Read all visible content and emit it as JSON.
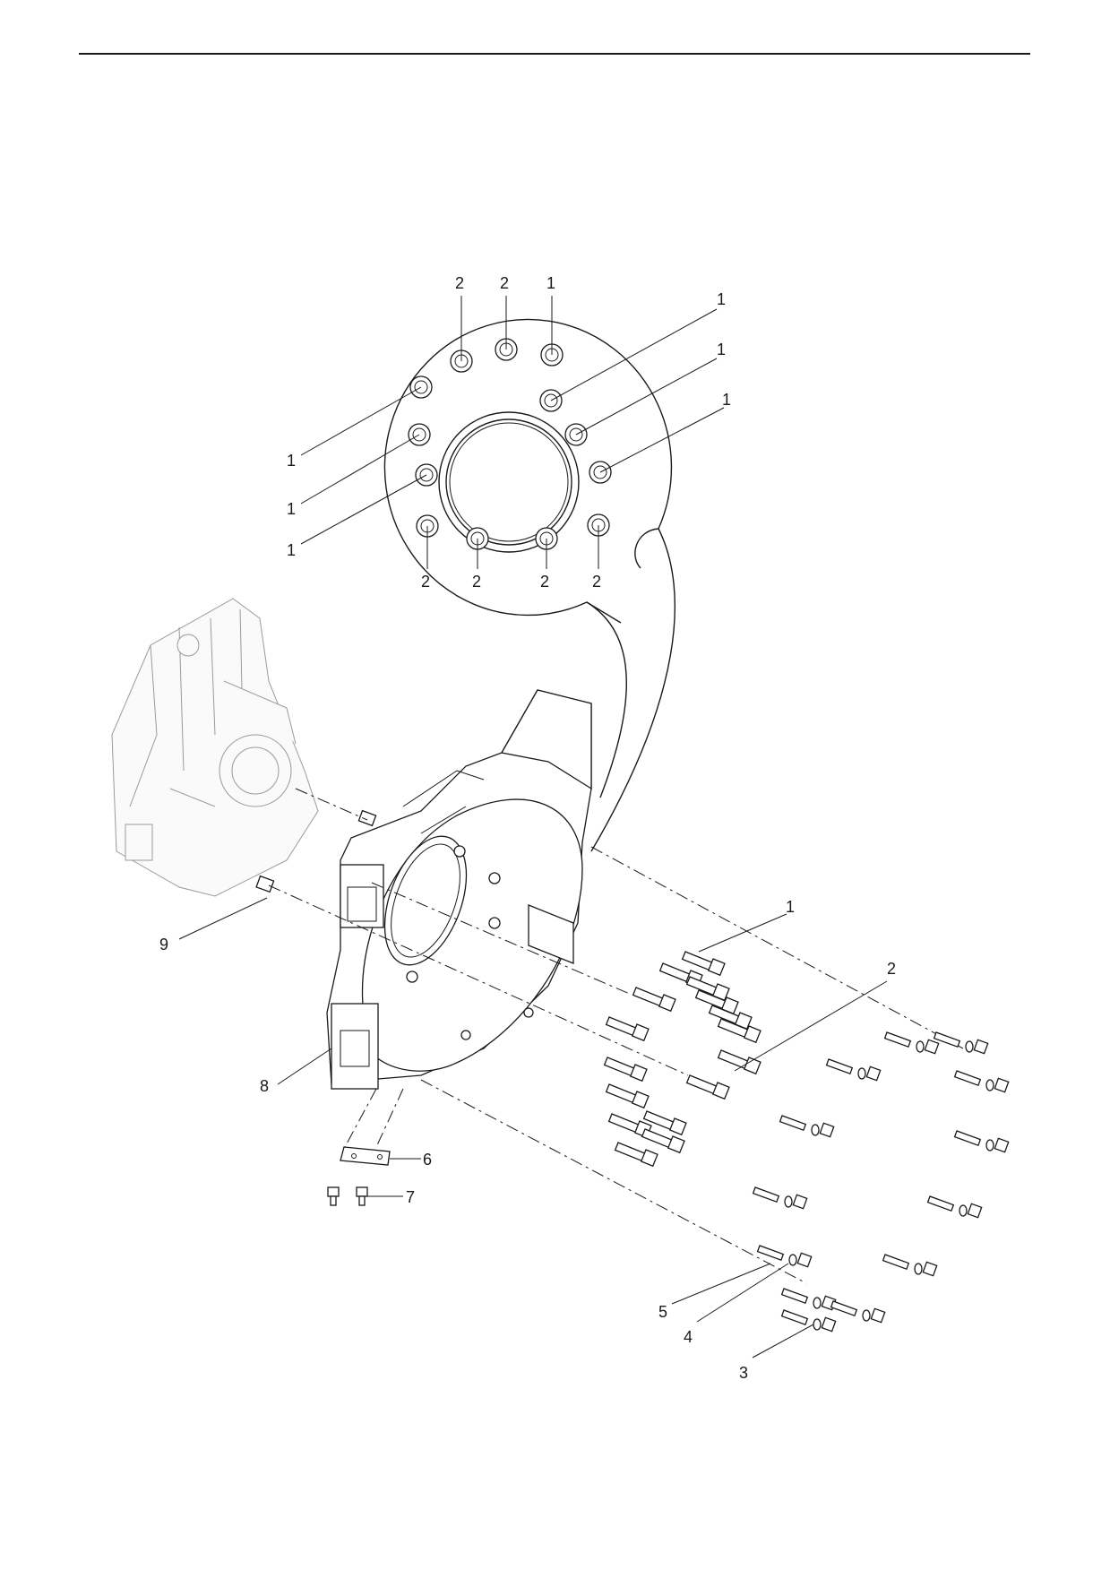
{
  "callouts": {
    "detail": {
      "top_2a": "2",
      "top_2b": "2",
      "top_1": "1",
      "right_1a": "1",
      "right_1b": "1",
      "right_1c": "1",
      "left_1a": "1",
      "left_1b": "1",
      "left_1c": "1",
      "bottom_2a": "2",
      "bottom_2b": "2",
      "bottom_2c": "2",
      "bottom_2d": "2"
    },
    "main": {
      "item_1": "1",
      "item_2": "2",
      "item_3": "3",
      "item_4": "4",
      "item_5": "5",
      "item_6": "6",
      "item_7": "7",
      "item_8": "8",
      "item_9": "9"
    }
  }
}
